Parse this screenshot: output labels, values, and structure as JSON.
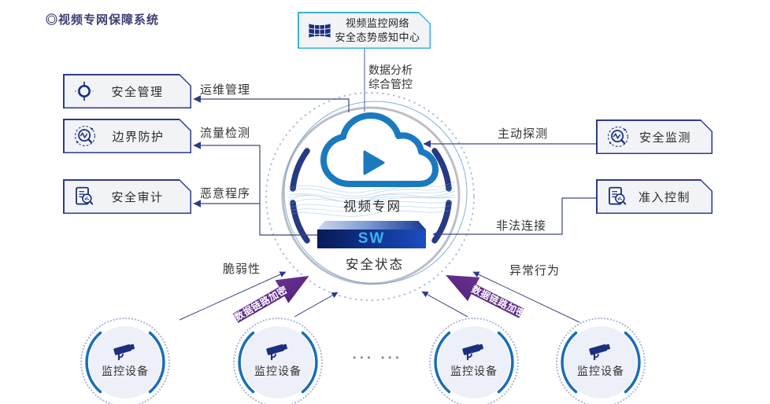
{
  "title": "◎视频专网保障系统",
  "top_node": {
    "line1": "视频监控网络",
    "line2": "安全态势感知中心"
  },
  "center": {
    "network_label": "视频专网",
    "switch_label": "SW",
    "status_label": "安全状态",
    "analysis_line1": "数据分析",
    "analysis_line2": "综合管控"
  },
  "left_nodes": [
    {
      "label": "安全管理",
      "edge_label": "运维管理"
    },
    {
      "label": "边界防护",
      "edge_label": "流量检测"
    },
    {
      "label": "安全审计",
      "edge_label": "恶意程序"
    }
  ],
  "right_nodes": [
    {
      "label": "安全监测",
      "edge_label": "主动探测"
    },
    {
      "label": "准入控制",
      "edge_label": "非法连接"
    }
  ],
  "bottom_edges": {
    "vulnerability": "脆弱性",
    "anomaly": "异常行为"
  },
  "encryption_arrows": {
    "left": "数据链路加密",
    "right": "数据链路加密"
  },
  "devices": [
    {
      "label": "监控设备"
    },
    {
      "label": "监控设备"
    },
    {
      "label": "监控设备"
    },
    {
      "label": "监控设备"
    }
  ],
  "ellipsis": "••• •••",
  "colors": {
    "navy_icon": "#1b2f7e",
    "node_border": "#2e3a8c",
    "top_node_border": "#38b4d8",
    "cloud_blue": "#1a7abf",
    "encrypt_purple": "#5c2b84",
    "title_indigo": "#3f3d73",
    "switch_text": "#3fb3f0",
    "connector": "#3d4788"
  }
}
